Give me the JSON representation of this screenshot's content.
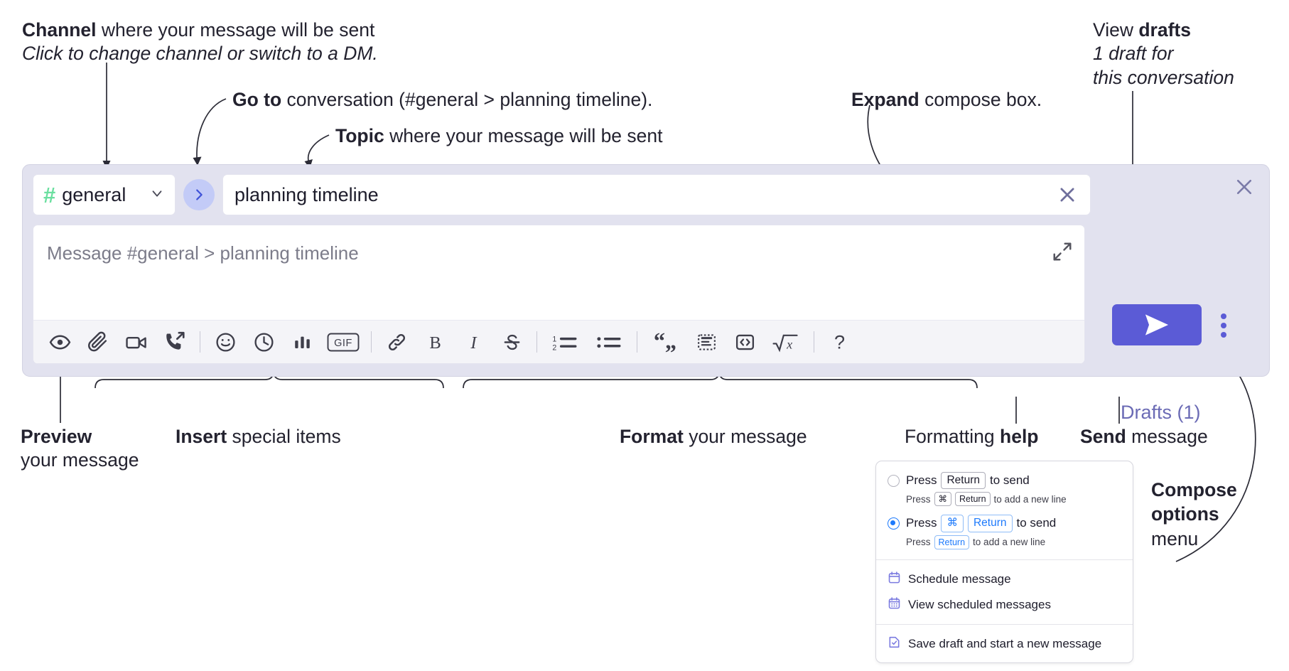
{
  "annotations": {
    "channel": {
      "bold": "Channel",
      "rest": " where your message will be sent",
      "italic": "Click to change channel or switch to a DM."
    },
    "goto": {
      "bold": "Go to",
      "rest": " conversation (#general > planning timeline)."
    },
    "topic": {
      "bold": "Topic",
      "rest": " where your message will be sent"
    },
    "expand": {
      "bold": "Expand",
      "rest": " compose box."
    },
    "drafts": {
      "rest": "View ",
      "bold": "drafts",
      "italic1": "1 draft for",
      "italic2": "this conversation"
    },
    "preview": {
      "bold": "Preview",
      "rest": "your message"
    },
    "insert": {
      "bold": "Insert",
      "rest": " special items"
    },
    "format": {
      "bold": "Format",
      "rest": " your message"
    },
    "help": {
      "rest": "Formatting ",
      "bold": "help"
    },
    "send": {
      "bold": "Send",
      "rest": " message"
    },
    "compose_options": {
      "bold1": "Compose",
      "bold2": "options",
      "rest": "menu"
    }
  },
  "compose": {
    "close_label": "close-panel",
    "channel": {
      "hash": "#",
      "name": "general",
      "chevron": "chevron-down-icon"
    },
    "goto_button": "go-to-conversation",
    "topic": {
      "value": "planning timeline",
      "clear": "clear-topic"
    },
    "message": {
      "placeholder": "Message #general > planning timeline",
      "expand": "expand-compose-box"
    },
    "drafts_label": "Drafts (1)",
    "send_button": "send-message",
    "kebab": "compose-options-menu"
  },
  "toolbar": {
    "items": [
      {
        "name": "preview-icon",
        "title": "Preview"
      },
      {
        "name": "attachment-icon",
        "title": "Attach file"
      },
      {
        "name": "video-icon",
        "title": "Record video clip"
      },
      {
        "name": "huddle-icon",
        "title": "Huddle"
      },
      {
        "name": "emoji-icon",
        "title": "Emoji"
      },
      {
        "name": "clock-icon",
        "title": "Reminder"
      },
      {
        "name": "poll-icon",
        "title": "Poll"
      },
      {
        "name": "gif-icon",
        "title": "GIF",
        "label": "GIF"
      },
      {
        "name": "link-icon",
        "title": "Link"
      },
      {
        "name": "bold-icon",
        "title": "Bold",
        "label": "B"
      },
      {
        "name": "italic-icon",
        "title": "Italic",
        "label": "I"
      },
      {
        "name": "strikethrough-icon",
        "title": "Strikethrough"
      },
      {
        "name": "ordered-list-icon",
        "title": "Ordered list"
      },
      {
        "name": "bulleted-list-icon",
        "title": "Bulleted list"
      },
      {
        "name": "blockquote-icon",
        "title": "Blockquote"
      },
      {
        "name": "code-block-icon",
        "title": "Code block"
      },
      {
        "name": "code-icon",
        "title": "Code"
      },
      {
        "name": "math-icon",
        "title": "Math"
      },
      {
        "name": "help-icon",
        "title": "Formatting help",
        "label": "?"
      }
    ]
  },
  "options_menu": {
    "radio1": {
      "selected": false,
      "pre": "Press",
      "key": "Return",
      "post": "to send",
      "sub_pre": "Press",
      "sub_key1": "⌘",
      "sub_key2": "Return",
      "sub_post": "to add a new line"
    },
    "radio2": {
      "selected": true,
      "pre": "Press",
      "key1": "⌘",
      "key2": "Return",
      "post": "to send",
      "sub_pre": "Press",
      "sub_key": "Return",
      "sub_post": "to add a new line"
    },
    "items": [
      {
        "icon": "calendar-icon",
        "label": "Schedule message"
      },
      {
        "icon": "calendar-grid-icon",
        "label": "View scheduled messages"
      },
      {
        "icon": "save-draft-icon",
        "label": "Save draft and start a new message"
      }
    ]
  },
  "colors": {
    "panel_bg": "#e2e2ef",
    "accent_purple": "#5b5bd6",
    "drafts_text": "#6b6bb5",
    "hash_green": "#6bdfa0",
    "goto_bg": "#c3cbf7",
    "radio_blue": "#1d7afc",
    "menu_icon_purple": "#7b7be0"
  }
}
